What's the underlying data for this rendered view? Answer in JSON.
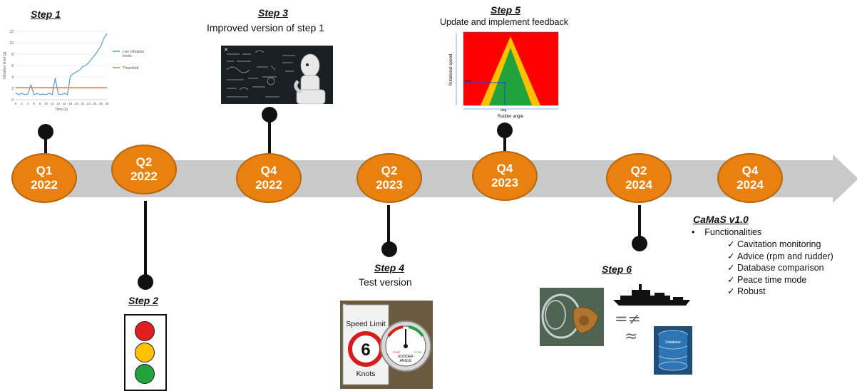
{
  "steps": {
    "s1": {
      "title": "Step 1"
    },
    "s2": {
      "title": "Step 2"
    },
    "s3": {
      "title": "Step 3",
      "subtitle": "Improved version of step 1"
    },
    "s4": {
      "title": "Step 4",
      "subtitle": "Test version"
    },
    "s5": {
      "title": "Step 5",
      "subtitle": "Update and implement feedback"
    },
    "s6": {
      "title": "Step 6"
    }
  },
  "milestones": [
    {
      "q": "Q1",
      "y": "2022"
    },
    {
      "q": "Q2",
      "y": "2022"
    },
    {
      "q": "Q4",
      "y": "2022"
    },
    {
      "q": "Q2",
      "y": "2023"
    },
    {
      "q": "Q4",
      "y": "2023"
    },
    {
      "q": "Q2",
      "y": "2024"
    },
    {
      "q": "Q4",
      "y": "2024"
    }
  ],
  "camas": {
    "title": "CaMaS v1.0",
    "bullet": "Functionalities",
    "items": [
      "Cavitation monitoring",
      "Advice (rpm and rudder)",
      "Database comparison",
      "Peace time mode",
      "Robust"
    ]
  },
  "chart_data": {
    "type": "line",
    "xlabel": "Time (s)",
    "ylabel": "Vibration level (g)",
    "ylim": [
      0,
      12
    ],
    "xlim": [
      0,
      30
    ],
    "series": [
      {
        "name": "Live Vibration levels",
        "x": [
          0,
          1,
          2,
          3,
          4,
          5,
          6,
          7,
          8,
          9,
          10,
          11,
          12,
          13,
          14,
          15,
          16,
          17,
          18,
          19,
          20,
          21,
          22,
          23,
          24,
          25,
          26,
          27,
          28,
          29,
          30
        ],
        "y": [
          1.2,
          0.9,
          1.1,
          0.9,
          1.0,
          2.6,
          0.9,
          1.1,
          0.9,
          1.0,
          0.9,
          1.1,
          0.9,
          3.8,
          1.0,
          0.9,
          1.1,
          0.9,
          4.2,
          4.6,
          4.9,
          5.2,
          5.8,
          6.0,
          6.5,
          7.2,
          7.8,
          8.6,
          9.4,
          10.8,
          11.6
        ],
        "color": "#5b9bd5"
      },
      {
        "name": "Threshold",
        "x": [
          0,
          30
        ],
        "y": [
          2.1,
          2.1
        ],
        "color": "#ed7d31"
      }
    ],
    "yticks": [
      0,
      2,
      4,
      6,
      8,
      10,
      12
    ],
    "xticks": [
      0,
      2,
      4,
      6,
      8,
      10,
      12,
      14,
      16,
      18,
      20,
      22,
      24,
      26,
      28,
      30
    ]
  },
  "step5_diagram": {
    "ylabel": "Rotational speed",
    "xlabel": "Rudder angle",
    "inner_label_rpm": "rpm",
    "inner_label_deg": "deg"
  },
  "step4_images": {
    "sign_top": "Speed Limit",
    "sign_number": "6",
    "sign_bottom": "Knots",
    "gauge_label_1": "RUDDER",
    "gauge_label_2": "ANGLE",
    "gauge_port": "PORT",
    "gauge_stbd": "STBD"
  },
  "step6_images": {
    "db_label": "Database",
    "neq_symbol": "≠",
    "eq_symbol": "=",
    "approx_symbol": "≈"
  },
  "colors": {
    "milestone": "#e8810f",
    "arrow": "#c9c9c9",
    "red": "#e02020",
    "amber": "#ffc000",
    "green": "#1fa33a"
  }
}
